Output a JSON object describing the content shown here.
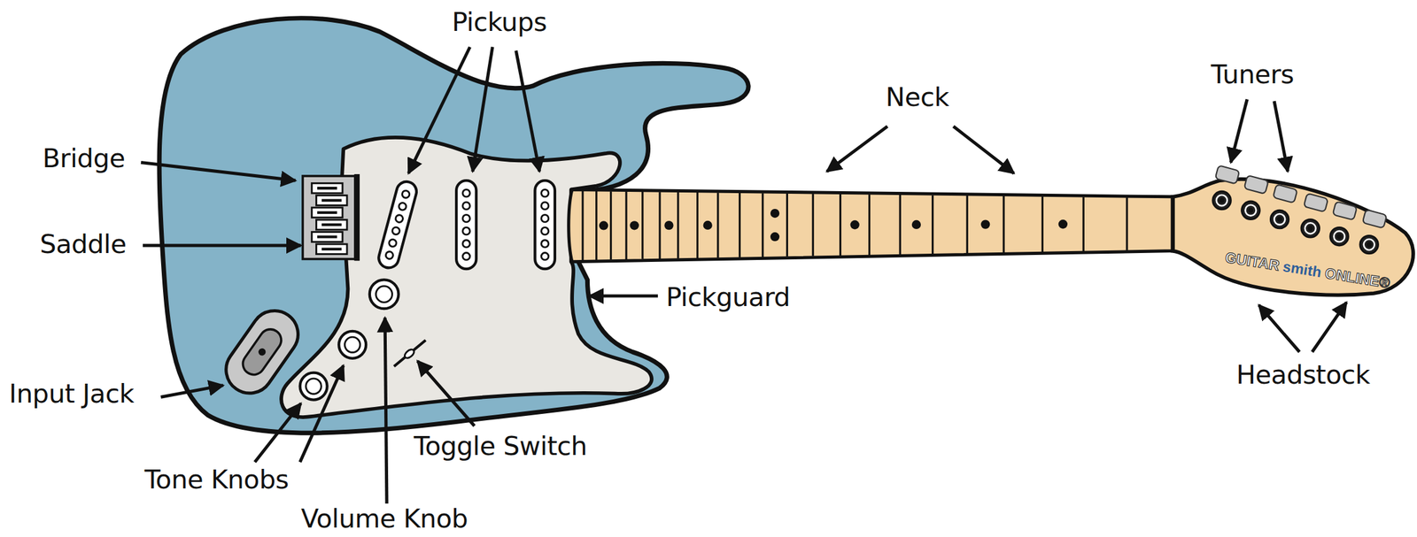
{
  "diagram": {
    "labels": [
      "Pickups",
      "Bridge",
      "Saddle",
      "Neck",
      "Tuners",
      "Pickguard",
      "Input Jack",
      "Toggle Switch",
      "Tone Knobs",
      "Volume Knob",
      "Headstock",
      "GUITAR",
      "smith",
      "ONLINE®"
    ]
  }
}
